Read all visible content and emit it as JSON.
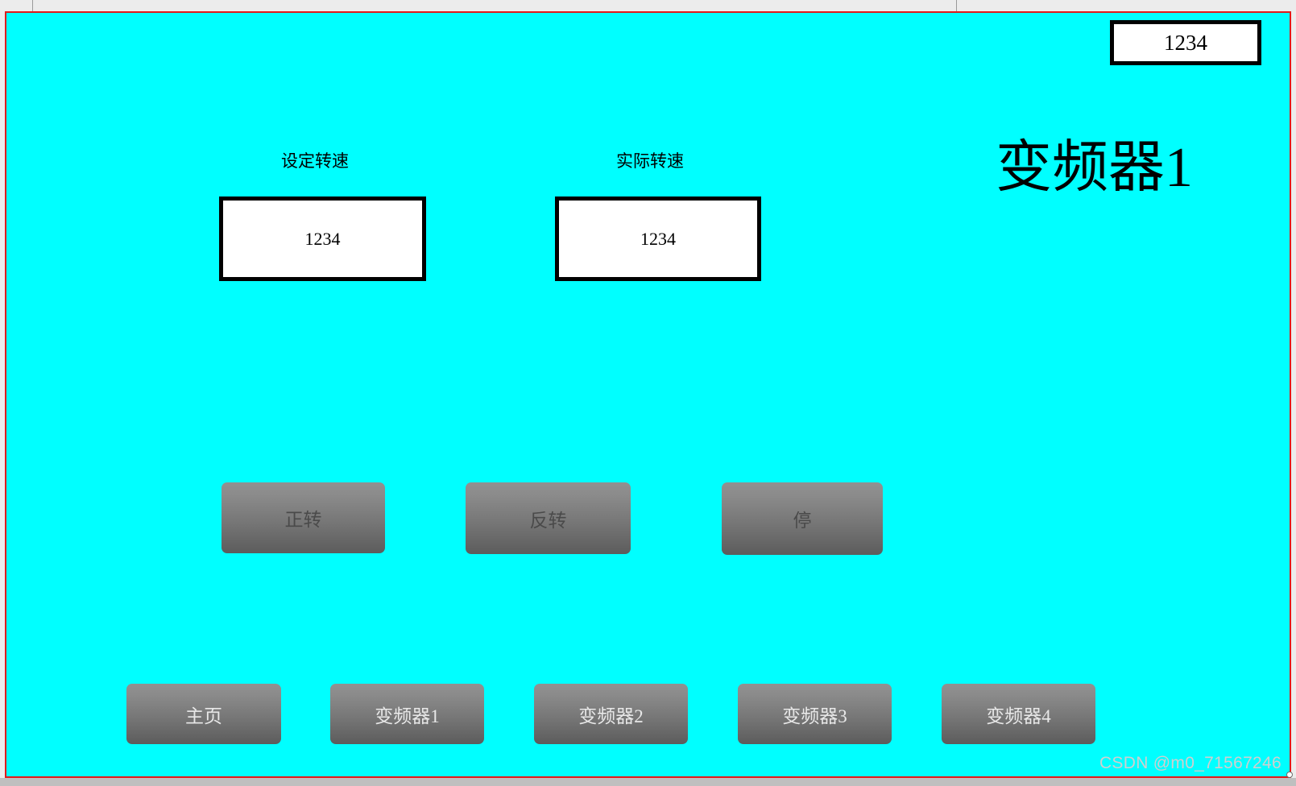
{
  "canvas": {
    "background_color": "#00ffff",
    "border_color": "#e01b1b"
  },
  "screen": {
    "title": "变频器1"
  },
  "status_display": {
    "value": "1234"
  },
  "fields": [
    {
      "label": "设定转速",
      "value": "1234"
    },
    {
      "label": "实际转速",
      "value": "1234"
    }
  ],
  "controls": {
    "forward_label": "正转",
    "reverse_label": "反转",
    "stop_label": "停"
  },
  "navigation": {
    "home_label": "主页",
    "inverter1_label": "变频器1",
    "inverter2_label": "变频器2",
    "inverter3_label": "变频器3",
    "inverter4_label": "变频器4"
  },
  "watermark": {
    "text": "CSDN @m0_71567246"
  }
}
